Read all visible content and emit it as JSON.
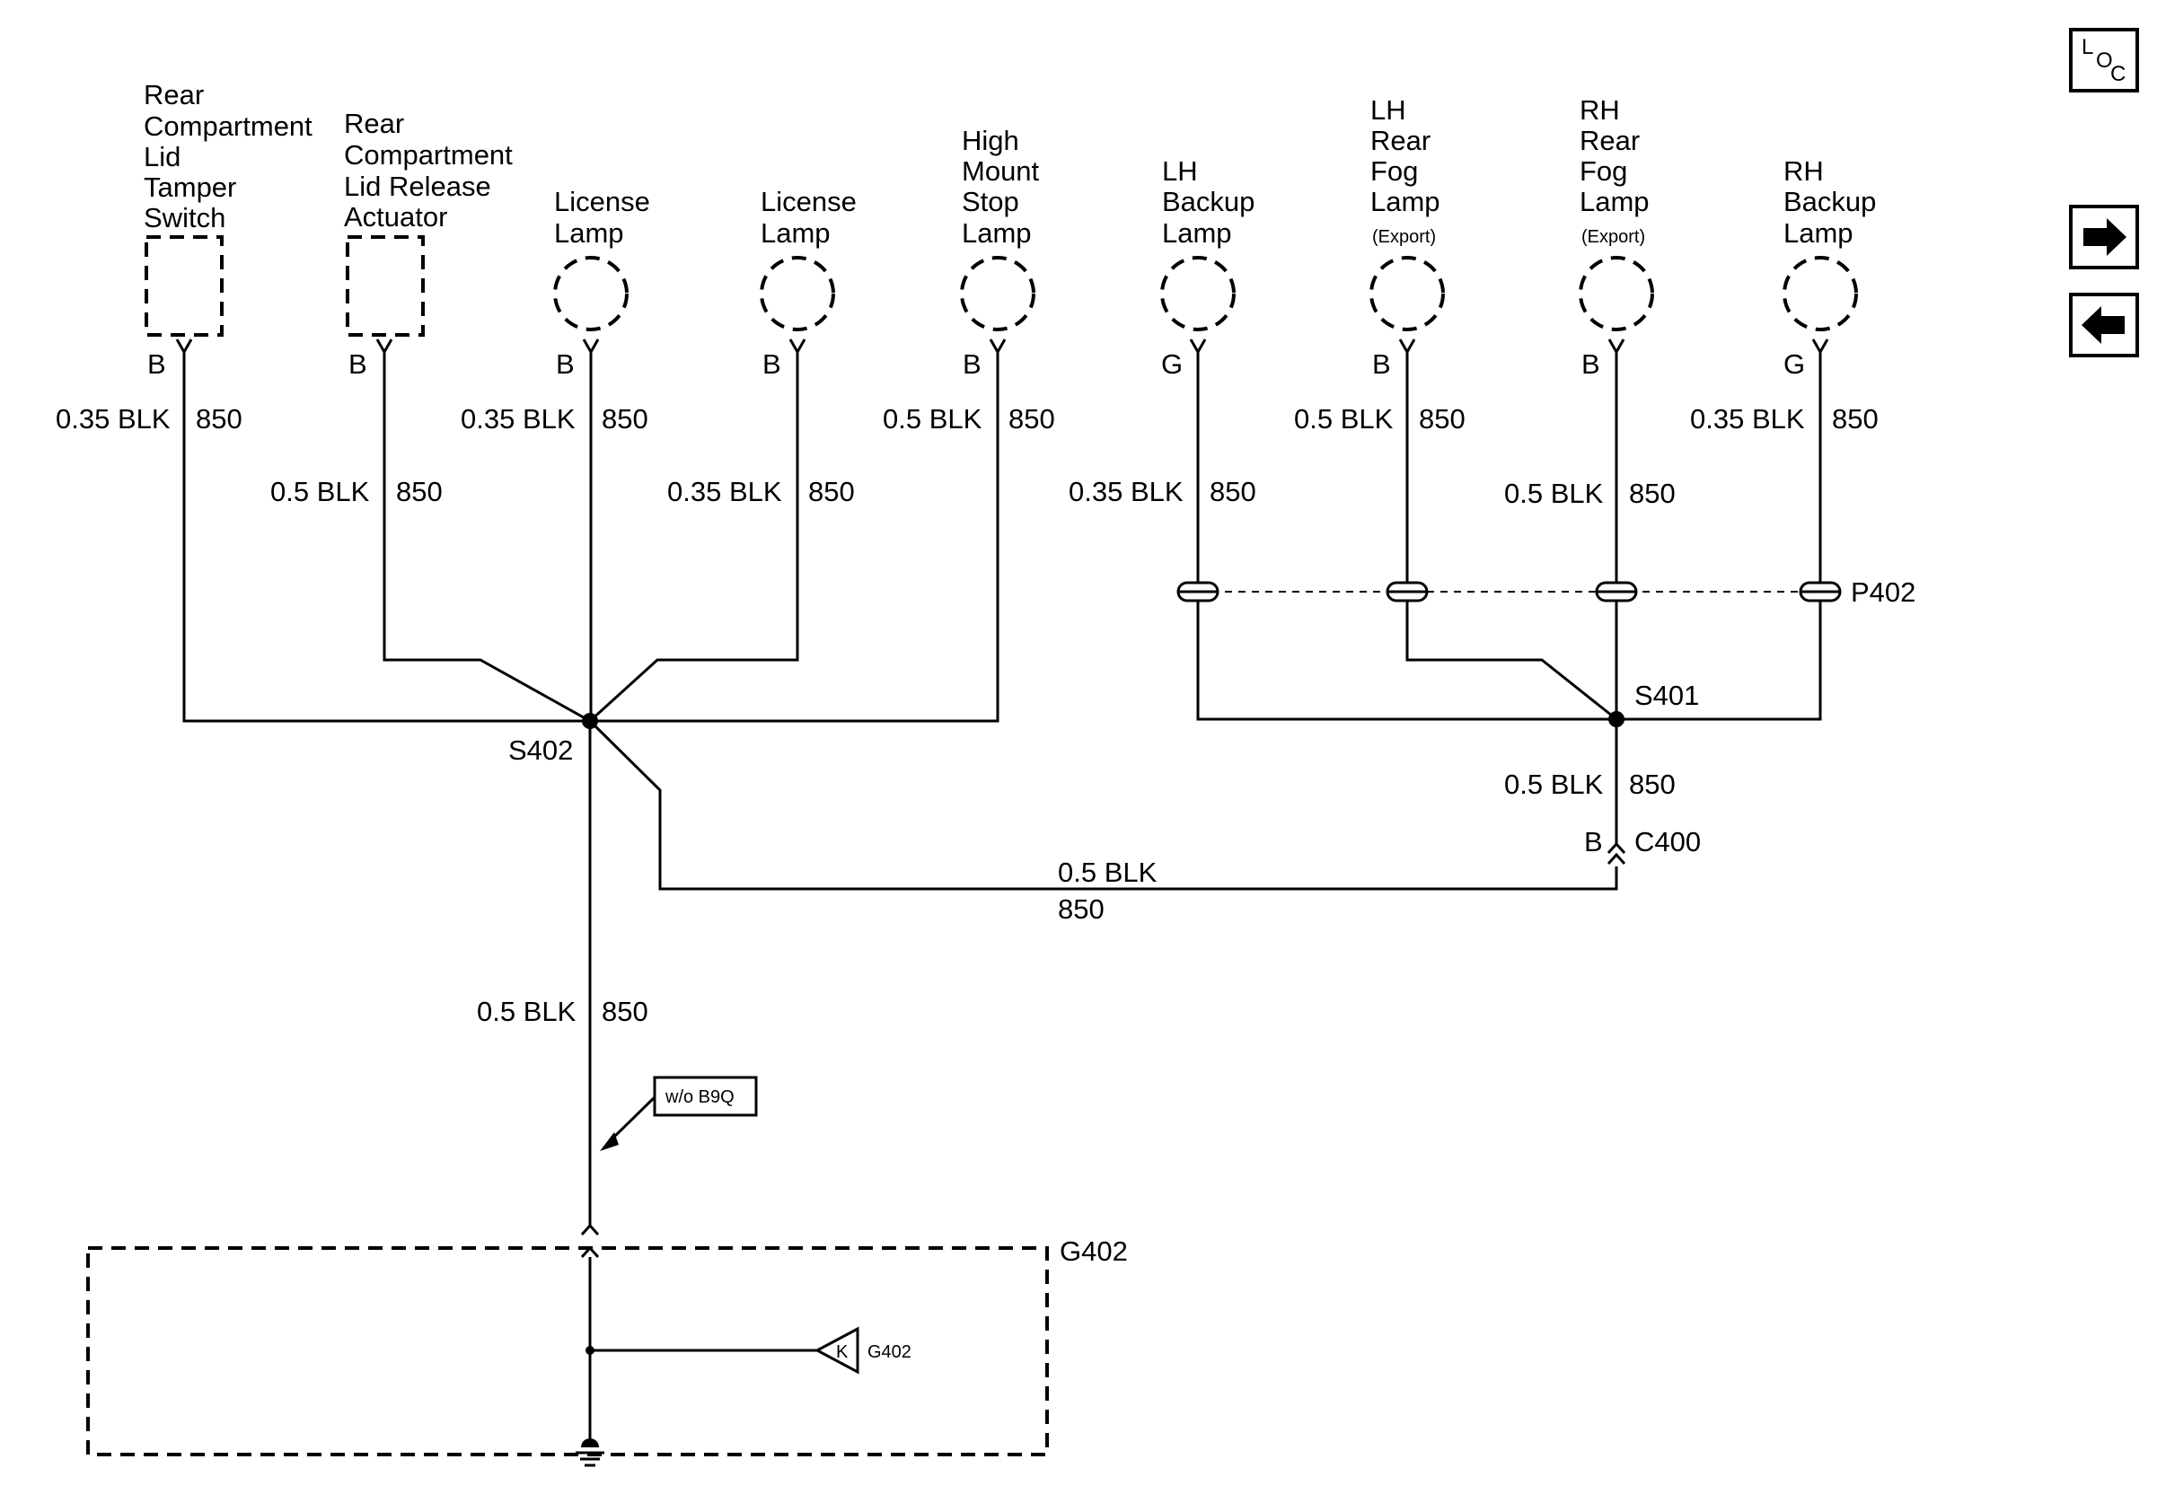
{
  "components": [
    {
      "lines": [
        "Rear",
        "Compartment",
        "Lid",
        "Tamper",
        "Switch"
      ],
      "pin": "B",
      "wire_size": "0.35 BLK",
      "circuit": "850"
    },
    {
      "lines": [
        "Rear",
        "Compartment",
        "Lid Release",
        "Actuator"
      ],
      "pin": "B",
      "wire_size": "0.5 BLK",
      "circuit": "850"
    },
    {
      "lines": [
        "License",
        "Lamp"
      ],
      "pin": "B",
      "wire_size": "0.35 BLK",
      "circuit": "850"
    },
    {
      "lines": [
        "License",
        "Lamp"
      ],
      "pin": "B",
      "wire_size": "0.35 BLK",
      "circuit": "850"
    },
    {
      "lines": [
        "High",
        "Mount",
        "Stop",
        "Lamp"
      ],
      "pin": "B",
      "wire_size": "0.5 BLK",
      "circuit": "850"
    },
    {
      "lines": [
        "LH",
        "Backup",
        "Lamp"
      ],
      "pin": "G",
      "wire_size": "0.35 BLK",
      "circuit": "850"
    },
    {
      "lines": [
        "LH",
        "Rear",
        "Fog",
        "Lamp"
      ],
      "note": "(Export)",
      "pin": "B",
      "wire_size": "0.5 BLK",
      "circuit": "850"
    },
    {
      "lines": [
        "RH",
        "Rear",
        "Fog",
        "Lamp"
      ],
      "note": "(Export)",
      "pin": "B",
      "wire_size": "0.5 BLK",
      "circuit": "850"
    },
    {
      "lines": [
        "RH",
        "Backup",
        "Lamp"
      ],
      "pin": "G",
      "wire_size": "0.35 BLK",
      "circuit": "850"
    }
  ],
  "splices": {
    "left": "S402",
    "right": "S401"
  },
  "connector_p402": "P402",
  "right_trunk": {
    "wire_size": "0.5 BLK",
    "circuit": "850"
  },
  "connector_c400": {
    "pin": "B",
    "name": "C400"
  },
  "crossover": {
    "wire_size": "0.5 BLK",
    "circuit": "850"
  },
  "left_trunk": {
    "wire_size": "0.5 BLK",
    "circuit": "850"
  },
  "option_tag": "w/o B9Q",
  "ground_box_label": "G402",
  "ground_symbol": {
    "letter": "K",
    "name": "G402"
  },
  "nav": {
    "loc": {
      "l": "L",
      "o": "O",
      "c": "C"
    }
  }
}
